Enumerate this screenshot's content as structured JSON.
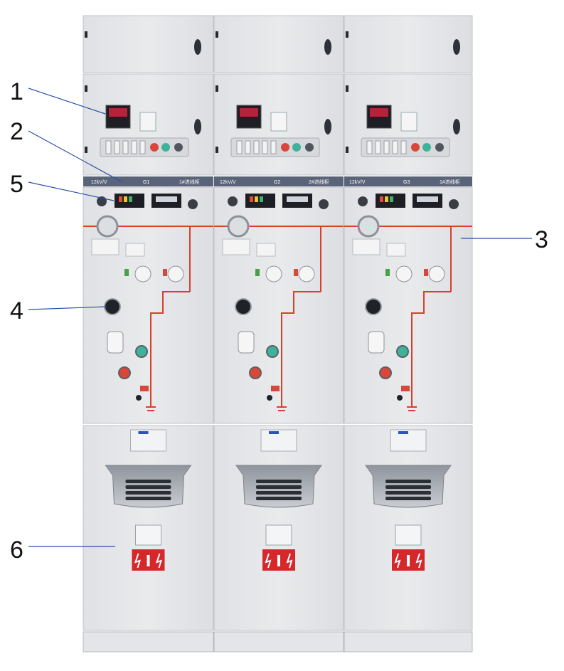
{
  "callouts": [
    "1",
    "2",
    "3",
    "4",
    "5",
    "6"
  ],
  "panels": [
    {
      "voltage": "12kV/V",
      "code": "G1",
      "feeder": "1#进线柜"
    },
    {
      "voltage": "12kV/V",
      "code": "G2",
      "feeder": "2#进线柜"
    },
    {
      "voltage": "12kV/V",
      "code": "G3",
      "feeder": "1#进线柜"
    }
  ],
  "colors": {
    "cabinet": "#e9eaec",
    "cabinet_shade": "#d4d6da",
    "name_bar": "#5a6478",
    "mimic_line": "#d8402c",
    "warning_label": "#d6282b",
    "callout_line": "#2a4fa8"
  }
}
